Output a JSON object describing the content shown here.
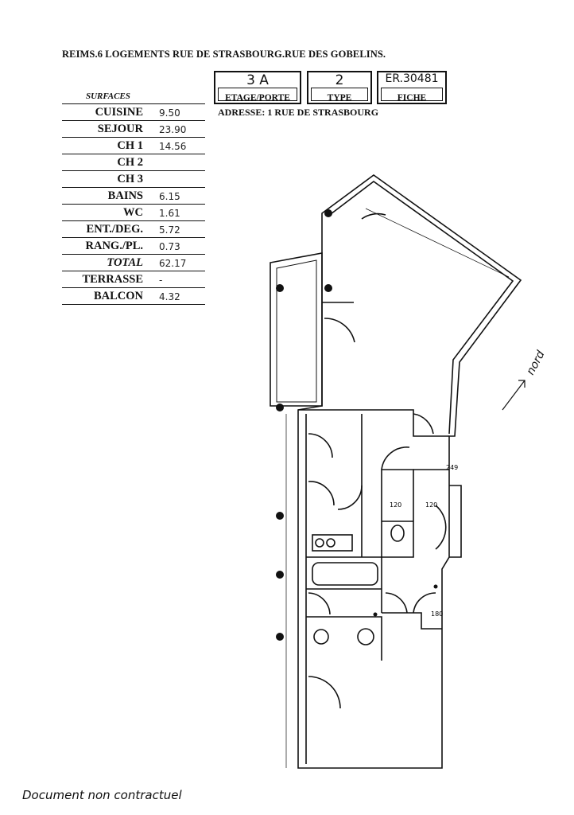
{
  "header": {
    "title": "REIMS.6 LOGEMENTS RUE DE STRASBOURG.RUE DES GOBELINS.",
    "boxes": [
      {
        "value": "3 A",
        "label": "ETAGE/PORTE"
      },
      {
        "value": "2",
        "label": "TYPE"
      },
      {
        "value": "ER.30481",
        "label": "FICHE"
      }
    ],
    "address": "ADRESSE:  1 RUE    DE STRASBOURG"
  },
  "surfaces": {
    "heading": "SURFACES",
    "rows": [
      {
        "label": "CUISINE",
        "value": "9.50"
      },
      {
        "label": "SEJOUR",
        "value": "23.90"
      },
      {
        "label": "CH 1",
        "value": "14.56"
      },
      {
        "label": "CH 2",
        "value": ""
      },
      {
        "label": "CH 3",
        "value": ""
      },
      {
        "label": "BAINS",
        "value": "6.15"
      },
      {
        "label": "WC",
        "value": "1.61"
      },
      {
        "label": "ENT./DEG.",
        "value": "5.72"
      },
      {
        "label": "RANG./PL.",
        "value": "0.73"
      },
      {
        "label": "TOTAL",
        "value": "62.17"
      },
      {
        "label": "TERRASSE",
        "value": "-"
      },
      {
        "label": "BALCON",
        "value": "4.32"
      }
    ]
  },
  "plan": {
    "north_label": "nord",
    "dims": [
      "120",
      "120",
      "180",
      "249"
    ]
  },
  "footer": {
    "note": "Document non contractuel"
  }
}
